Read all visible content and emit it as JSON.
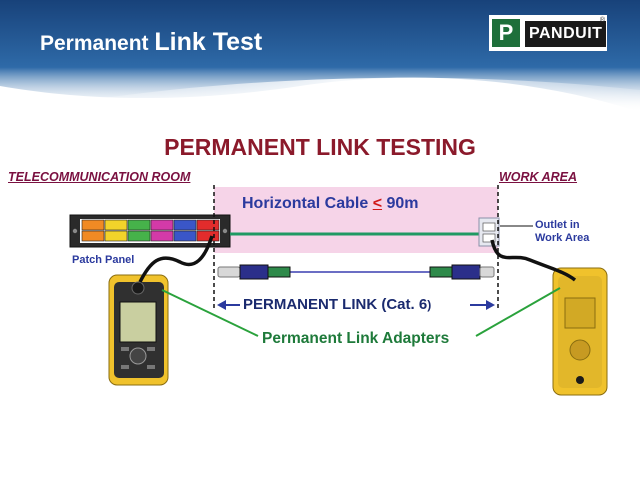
{
  "slide_title": {
    "part1": "Permanent ",
    "part2": "Link Test"
  },
  "logo": {
    "mark": "P",
    "text": "PANDUIT",
    "reg": "®"
  },
  "diagram": {
    "heading": "PERMANENT LINK TESTING",
    "left_zone": "TELECOMMUNICATION ROOM",
    "right_zone": "WORK AREA",
    "horizontal_cable": {
      "text": "Horizontal Cable ",
      "lt": "<",
      "len": " 90m"
    },
    "outlet_label": {
      "line1": "Outlet in",
      "line2": "Work Area"
    },
    "patch_panel_label": "Patch Panel",
    "permanent_link": {
      "text": "PERMANENT LINK (Cat. 6",
      "paren": ")"
    },
    "adapters_label": "Permanent Link Adapters"
  },
  "colors": {
    "title_bar": "#1c4f8e",
    "heading": "#8b1a2b",
    "zone_label": "#7a1040",
    "cable_band": "#f6d4e8",
    "cable_green": "#1f9a63",
    "adapter_pointer": "#2aa23c",
    "tester_body": "#f0c22c",
    "brand_green": "#1e6f3a"
  }
}
